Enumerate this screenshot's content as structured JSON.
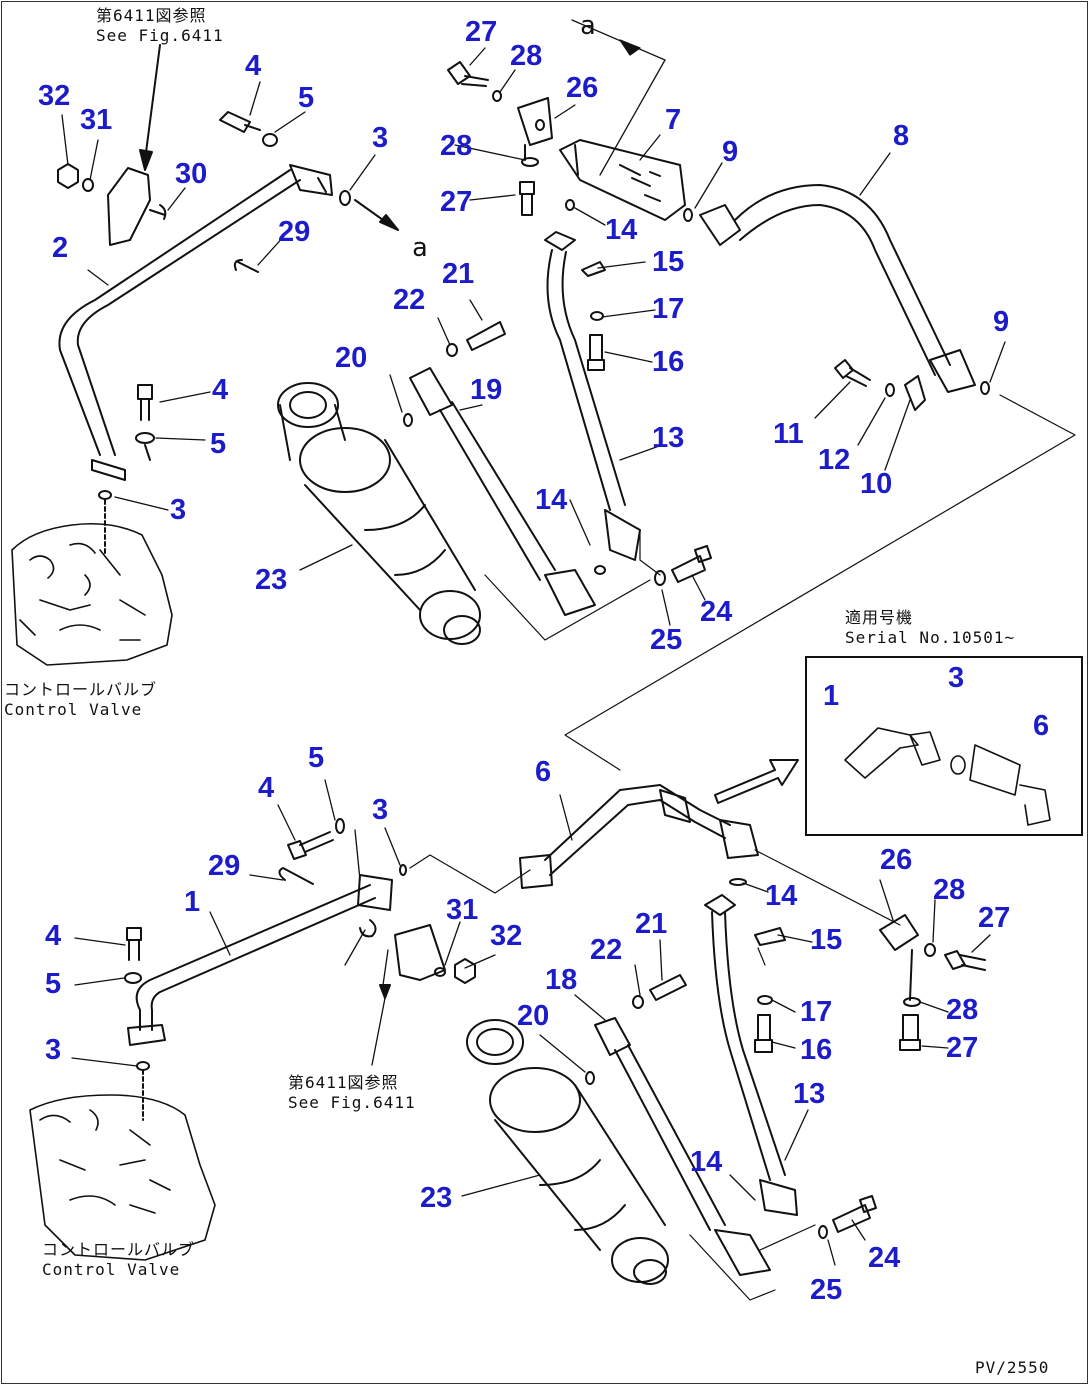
{
  "figure_id": "PV/2550",
  "ref_marker": "a",
  "colors": {
    "label": "#1c1cc8",
    "line": "#111111"
  },
  "notes": {
    "see_fig_top": {
      "jp": "第6411図参照",
      "en": "See Fig.6411"
    },
    "see_fig_bottom": {
      "jp": "第6411図参照",
      "en": "See Fig.6411"
    },
    "valve_top": {
      "jp": "コントロールバルブ",
      "en": "Control Valve"
    },
    "valve_bottom": {
      "jp": "コントロールバルブ",
      "en": "Control Valve"
    },
    "serial": {
      "jp": "適用号機",
      "en": "Serial No.10501~"
    }
  },
  "labels": [
    "27",
    "28",
    "26",
    "7",
    "32",
    "31",
    "30",
    "4",
    "5",
    "3",
    "2",
    "29",
    "8",
    "9",
    "28",
    "27",
    "14",
    "15",
    "17",
    "16",
    "22",
    "21",
    "20",
    "19",
    "9",
    "11",
    "12",
    "10",
    "4",
    "5",
    "13",
    "3",
    "14",
    "23",
    "24",
    "25",
    "1",
    "3",
    "6",
    "5",
    "4",
    "3",
    "29",
    "1",
    "6",
    "4",
    "5",
    "31",
    "32",
    "14",
    "15",
    "26",
    "28",
    "27",
    "3",
    "22",
    "21",
    "18",
    "20",
    "17",
    "16",
    "28",
    "27",
    "13",
    "14",
    "23",
    "24",
    "25"
  ]
}
